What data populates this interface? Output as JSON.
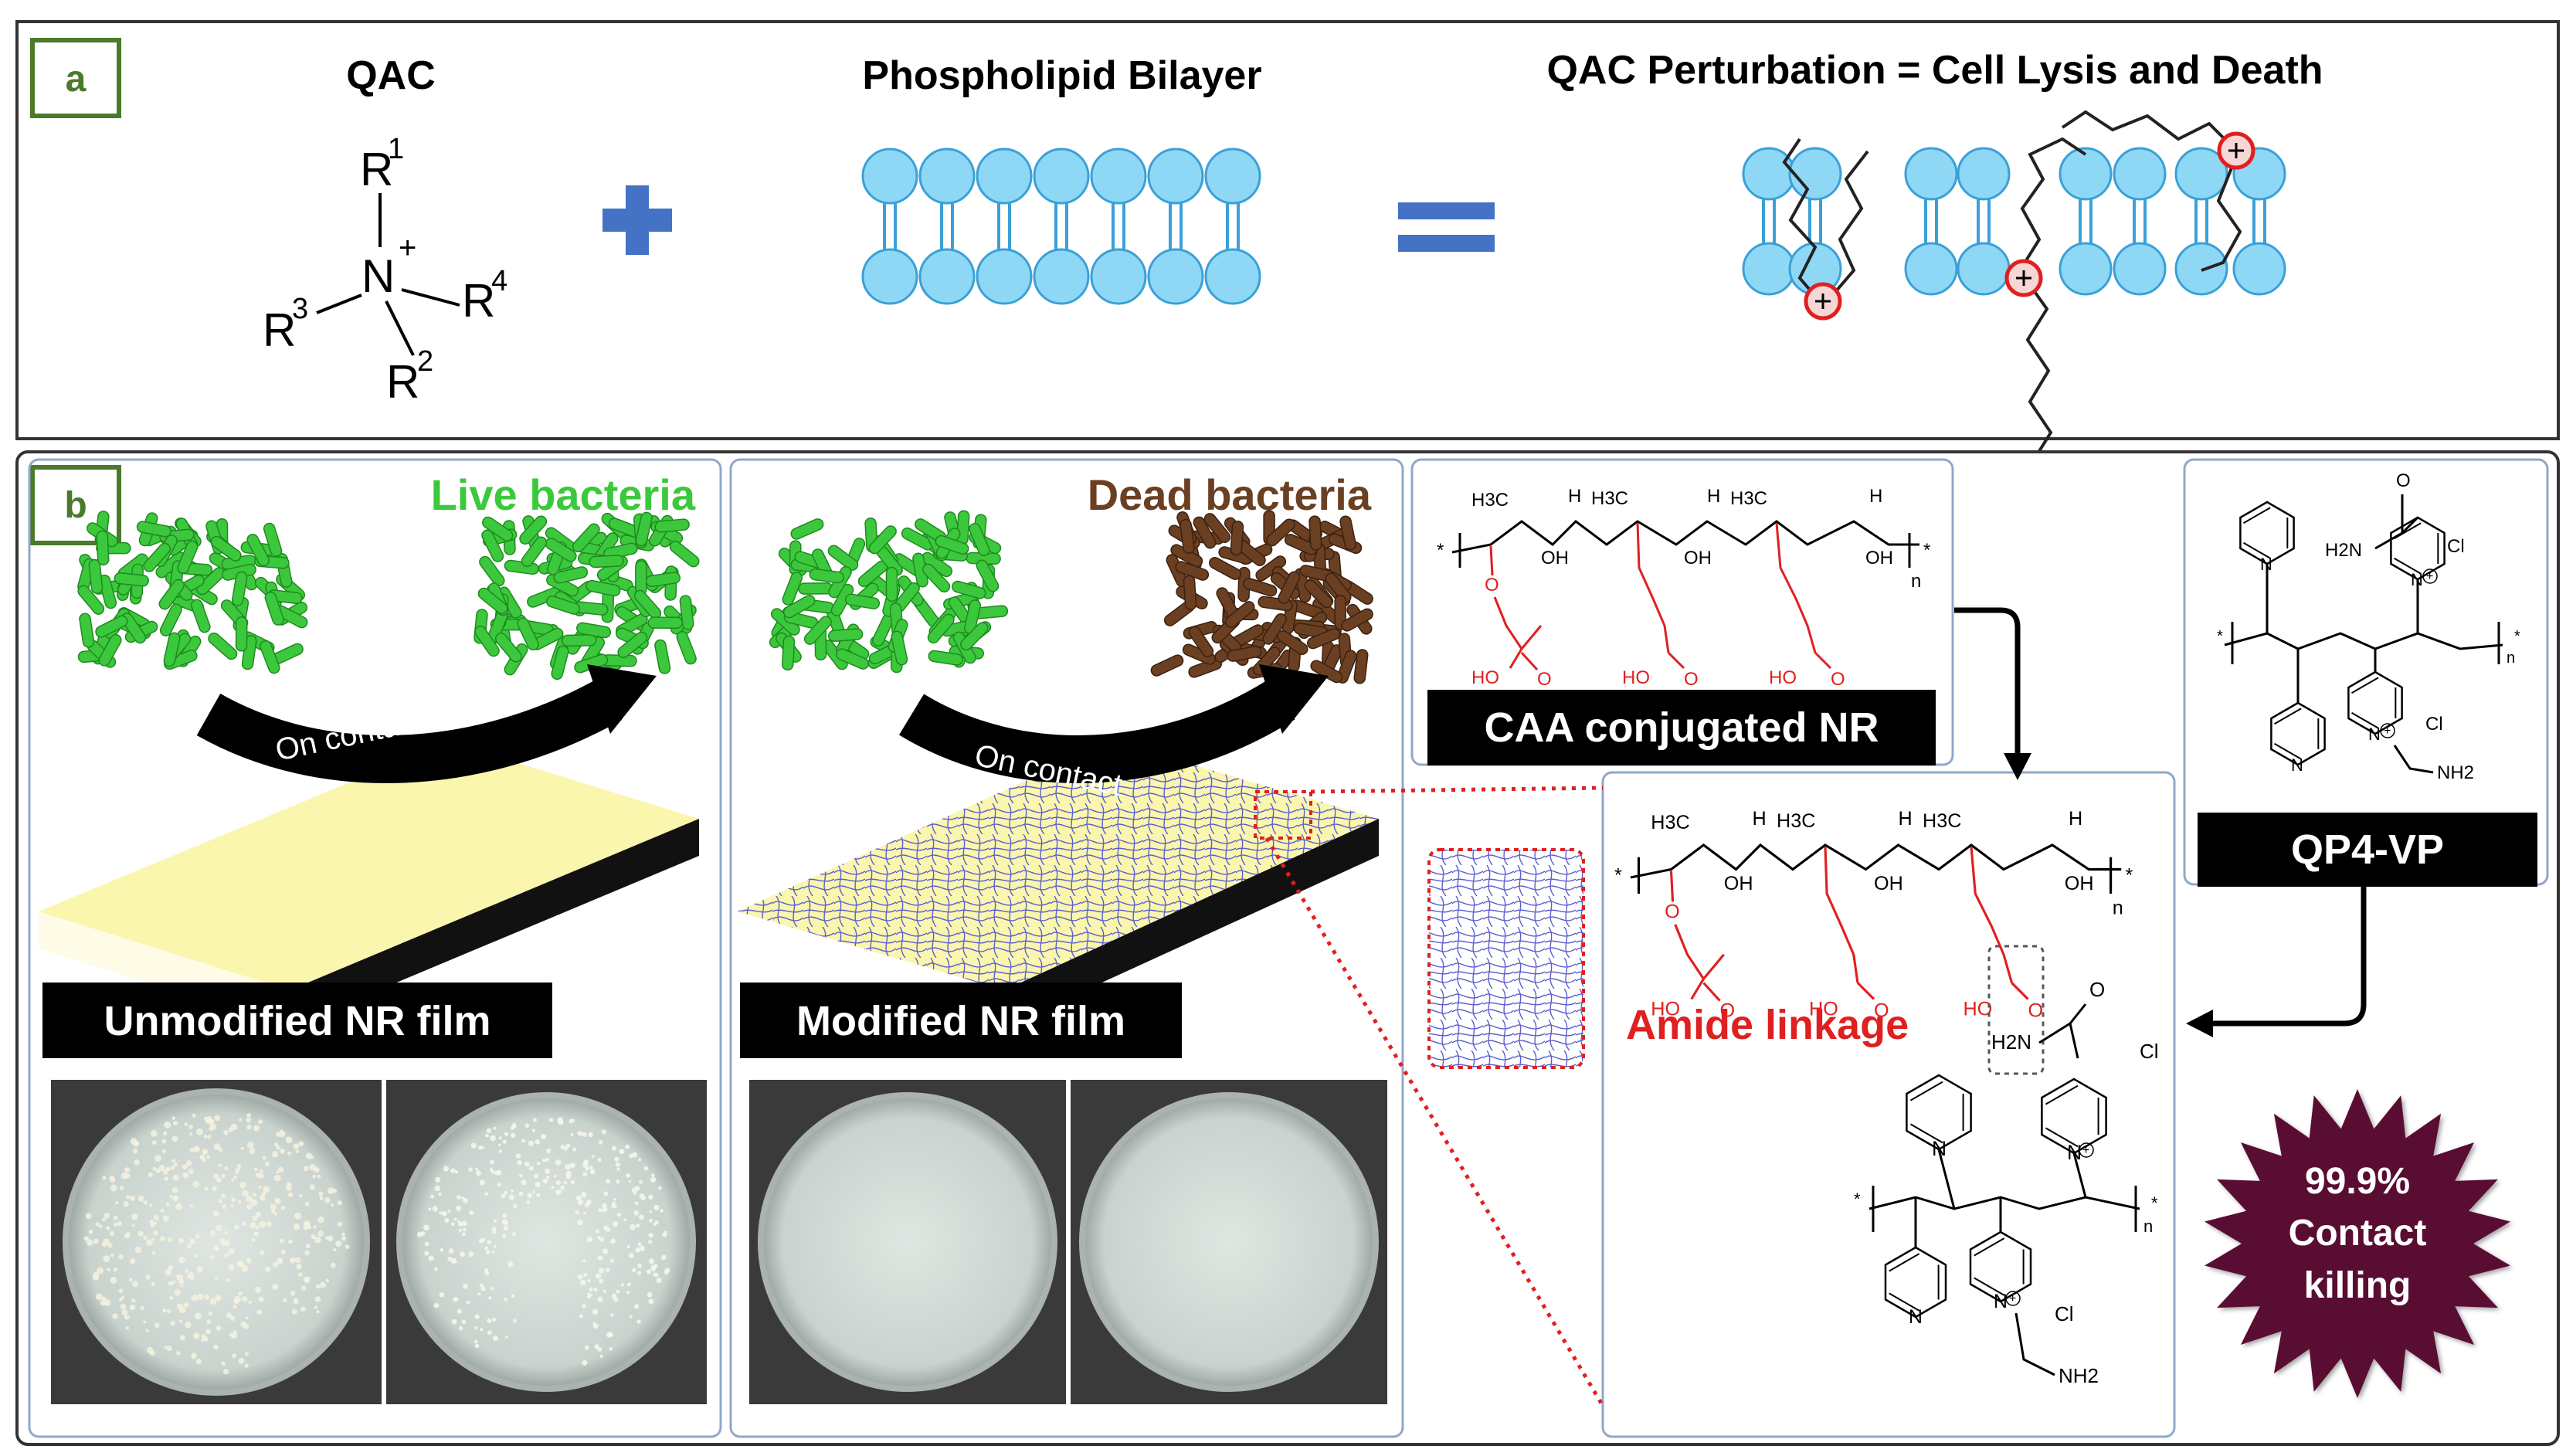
{
  "panel_a": {
    "label": "a",
    "qac": {
      "title": "QAC",
      "r1": "R",
      "r1_sup": "1",
      "r2": "R",
      "r2_sup": "2",
      "r3": "R",
      "r3_sup": "3",
      "r4": "R",
      "r4_sup": "4",
      "n": "N",
      "charge": "+"
    },
    "bilayer_title": "Phospholipid Bilayer",
    "perturbation_title": "QAC Perturbation = Cell Lysis and Death",
    "plus_sign": "+"
  },
  "panel_b": {
    "label": "b",
    "live_title": "Live bacteria",
    "dead_title": "Dead bacteria",
    "on_contact": "On contact",
    "unmodified_label": "Unmodified NR film",
    "modified_label": "Modified NR film",
    "caa_label": "CAA conjugated NR",
    "qp4vp_label": "QP4-VP",
    "amide_label": "Amide linkage",
    "killing": {
      "line1": "99.9%",
      "line2": "Contact",
      "line3": "killing"
    },
    "chem": {
      "h3c": "H",
      "h3c_sub": "3",
      "h3c_c": "C",
      "h": "H",
      "oh": "OH",
      "o": "O",
      "ho": "HO",
      "n_sub": "n",
      "h2n": "H",
      "h2n_sub": "2",
      "h2n_n": "N",
      "nh2": "NH",
      "nh2_sub": "2",
      "cl": "Cl",
      "n": "N",
      "star": "*"
    }
  },
  "colors": {
    "lipid": "#8fd8f5",
    "lipid_stroke": "#3aa0d8",
    "blue_sign": "#4472c4",
    "green": "#3cc83c",
    "brown": "#6b3f22",
    "red": "#e02020",
    "maroon": "#5a0a32",
    "film_yellow": "#fbf6ae",
    "fiber": "#5a5fcf"
  }
}
